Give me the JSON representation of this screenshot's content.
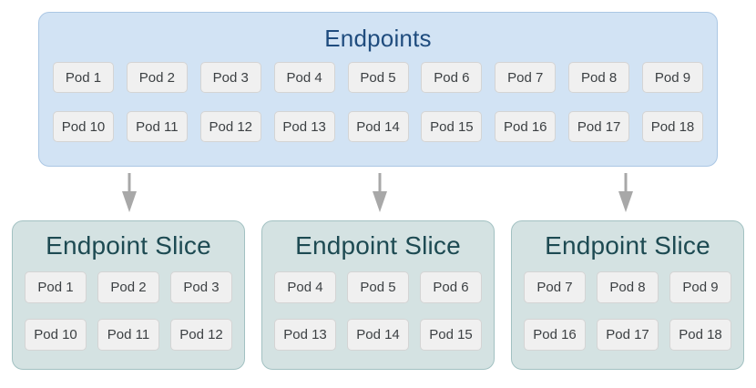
{
  "colors": {
    "endpoints_bg": "#d2e3f4",
    "endpoints_border": "#abc7e4",
    "endpoints_title": "#1f4c7e",
    "slice_bg": "#d4e2e2",
    "slice_border": "#a2c1c2",
    "slice_title": "#1d4a52",
    "pod_bg": "#f0f0f0",
    "pod_border": "#d4d4d4",
    "pod_text": "#3c4043",
    "arrow": "#a8a8a8"
  },
  "endpoints": {
    "title": "Endpoints",
    "rows": [
      [
        "Pod 1",
        "Pod 2",
        "Pod 3",
        "Pod 4",
        "Pod 5",
        "Pod 6",
        "Pod 7",
        "Pod 8",
        "Pod 9"
      ],
      [
        "Pod 10",
        "Pod 11",
        "Pod 12",
        "Pod 13",
        "Pod 14",
        "Pod 15",
        "Pod 16",
        "Pod 17",
        "Pod 18"
      ]
    ]
  },
  "slices": [
    {
      "title": "Endpoint Slice",
      "rows": [
        [
          "Pod 1",
          "Pod 2",
          "Pod 3"
        ],
        [
          "Pod 10",
          "Pod 11",
          "Pod 12"
        ]
      ]
    },
    {
      "title": "Endpoint Slice",
      "rows": [
        [
          "Pod 4",
          "Pod 5",
          "Pod 6"
        ],
        [
          "Pod 13",
          "Pod 14",
          "Pod 15"
        ]
      ]
    },
    {
      "title": "Endpoint Slice",
      "rows": [
        [
          "Pod 7",
          "Pod 8",
          "Pod 9"
        ],
        [
          "Pod 16",
          "Pod 17",
          "Pod 18"
        ]
      ]
    }
  ]
}
